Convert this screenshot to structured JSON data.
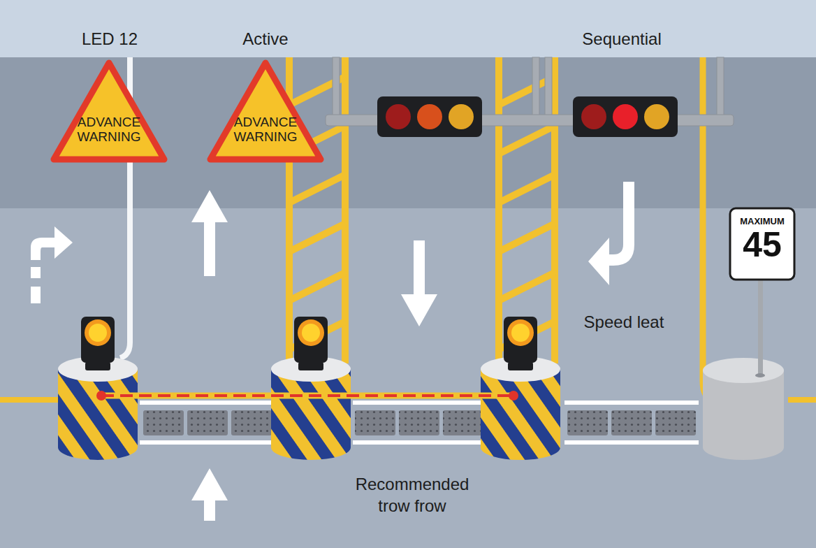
{
  "diagram": {
    "nodes": [
      {
        "text": [
          "ADVANCE WARNING"
        ]
      },
      {
        "text": [
          "ADVANCE WARNING"
        ]
      },
      {
        "text": [
          "MAXIMUM",
          "45"
        ]
      }
    ],
    "labels": [
      "LED 12",
      "Active",
      "Sequential",
      "Speed leat",
      "Recommended trow frow"
    ]
  }
}
